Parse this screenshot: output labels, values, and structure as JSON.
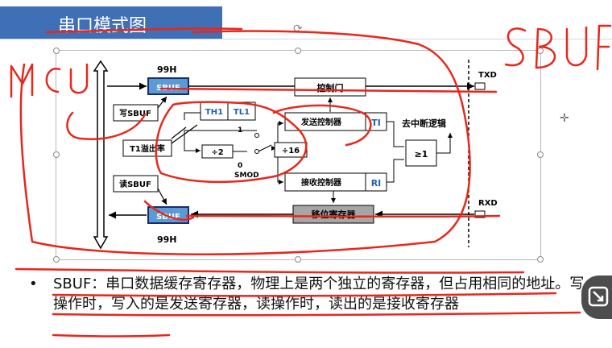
{
  "slide": {
    "title": "串口模式图",
    "bullet": "SBUF：串口数据缓存寄存器，物理上是两个独立的寄存器，但占用相同的地址。写操作时，写入的是发送寄存器，读操作时，读出的是接收寄存器"
  },
  "diagram": {
    "addr_top": "99H",
    "addr_bottom": "99H",
    "sbuf_top": "SBUF",
    "sbuf_bottom": "SBUF",
    "write_sbuf": "写SBUF",
    "read_sbuf": "读SBUF",
    "t1_overflow": "T1溢出率",
    "th1": "TH1",
    "tl1": "TL1",
    "div2": "÷2",
    "div16": "÷16",
    "smod": "SMOD",
    "smod_one": "1",
    "smod_zero": "0",
    "control_gate": "控制门",
    "send_controller": "发送控制器",
    "ti": "TI",
    "recv_controller": "接收控制器",
    "ri": "RI",
    "shift_register": "移位寄存器",
    "interrupt_logic": "去中断逻辑",
    "or_gate": "≥1",
    "txd": "TXD",
    "rxd": "RXD"
  },
  "annotations": {
    "mcu": "MCU",
    "sbuf": "SBUF"
  },
  "colors": {
    "title_bar": "#3f6fb5",
    "sbuf_fill": "#5b9bd5",
    "shift_reg_fill": "#a6a6a6",
    "ink_red": "#e8261c",
    "ti_ri_text": "#1f5fb5"
  },
  "icons": {
    "rotate": "rotate-handle-icon",
    "crosshair": "crosshair-icon",
    "float": "screen-capture-icon"
  }
}
